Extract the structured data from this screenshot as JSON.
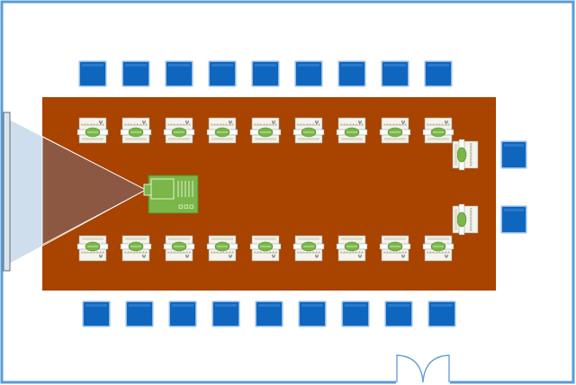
{
  "room": {
    "wall_color": "#5b9bd5",
    "floor_color": "#ffffff"
  },
  "table": {
    "color": "#a84300"
  },
  "chairs": {
    "color": "#0f66be",
    "edge_color": "#8fb8e8",
    "top_row_count": 9,
    "bottom_row_count": 9,
    "right_side_count": 2
  },
  "workstations": {
    "top_row_count": 9,
    "bottom_row_count": 9,
    "end_count": 2,
    "paper_color": "#f4f4ec",
    "device_color": "#7ab648",
    "label": "Ψ"
  },
  "projector": {
    "color": "#7ab648",
    "edge_color": "#4f8a2a"
  },
  "projection_beam": {
    "near_color": "#8a5a48",
    "far_color": "#c5d8ea"
  },
  "screen": {
    "color": "#d9e6f2",
    "edge_color": "#6a6a6a"
  },
  "door": {
    "type": "double swing door",
    "color": "#6a9fd8"
  }
}
